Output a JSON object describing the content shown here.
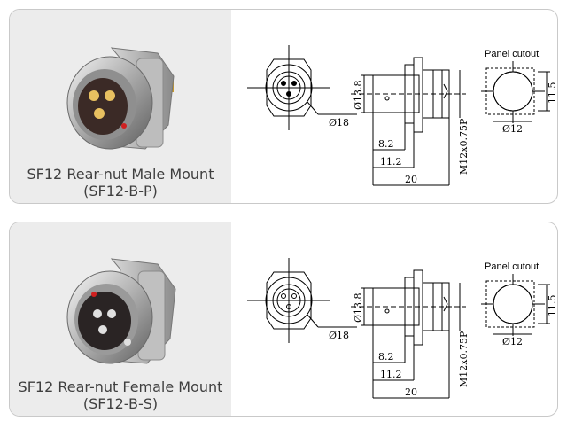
{
  "products": [
    {
      "caption_line1": "SF12 Rear-nut Male Mount",
      "caption_line2": "(SF12-B-P)",
      "panel_cutout_label": "Panel cutout",
      "dim_d18": "Ø18",
      "dim_d13_8": "Ø13.8",
      "dim_8_2": "8.2",
      "dim_11_2": "11.2",
      "dim_20": "20",
      "dim_thread": "M12x0.75P",
      "dim_11_5": "11.5",
      "dim_d12": "Ø12"
    },
    {
      "caption_line1": "SF12 Rear-nut Female Mount",
      "caption_line2": "(SF12-B-S)",
      "panel_cutout_label": "Panel cutout",
      "dim_d18": "Ø18",
      "dim_d13_8": "Ø13.8",
      "dim_8_2": "8.2",
      "dim_11_2": "11.2",
      "dim_20": "20",
      "dim_thread": "M12x0.75P",
      "dim_11_5": "11.5",
      "dim_d12": "Ø12"
    }
  ]
}
